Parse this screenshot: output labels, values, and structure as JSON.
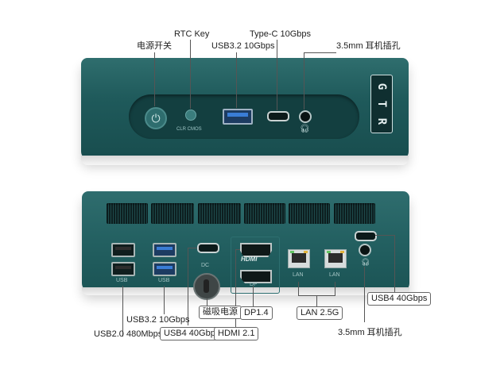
{
  "front": {
    "brand_letters": [
      "G",
      "T",
      "R"
    ],
    "clr_cmos_label": "CLR CMOS",
    "callouts": {
      "power_switch": "电源开关",
      "rtc_key": "RTC Key",
      "usb32": "USB3.2 10Gbps",
      "typec": "Type-C 10Gbps",
      "audio": "3.5mm 耳机插孔"
    }
  },
  "rear": {
    "port_labels": {
      "usb_left": "USB",
      "usb_right": "USB",
      "dc": "DC",
      "dp": "DP",
      "lan_1": "LAN",
      "lan_2": "LAN",
      "hdmi_logo": "HDMI"
    },
    "callouts": {
      "usb32": "USB3.2 10Gbps",
      "usb20": "USB2.0 480Mbps",
      "magnetic_power": "磁吸电源",
      "usb4_left": "USB4 40Gbps",
      "hdmi": "HDMI 2.1",
      "dp": "DP1.4",
      "lan": "LAN 2.5G",
      "usb4_right": "USB4 40Gbps",
      "audio": "3.5mm 耳机插孔"
    }
  },
  "colors": {
    "chassis": "#1f5a5b",
    "chassis_light": "#2f6e6e",
    "usb_blue": "#3a7dd6"
  }
}
